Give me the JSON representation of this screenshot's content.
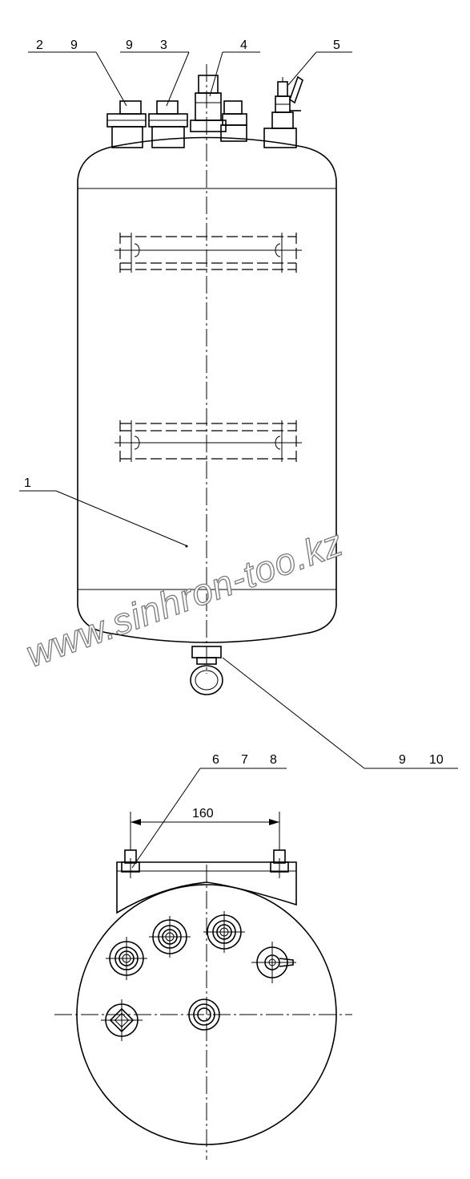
{
  "labels": {
    "l1": "1",
    "l2": "2",
    "l9a": "9",
    "l9b": "9",
    "l3": "3",
    "l4": "4",
    "l5": "5",
    "l6": "6",
    "l7": "7",
    "l8": "8",
    "l9c": "9",
    "l10": "10"
  },
  "dimension": "160",
  "watermark": "www.sinhron-too.kz"
}
